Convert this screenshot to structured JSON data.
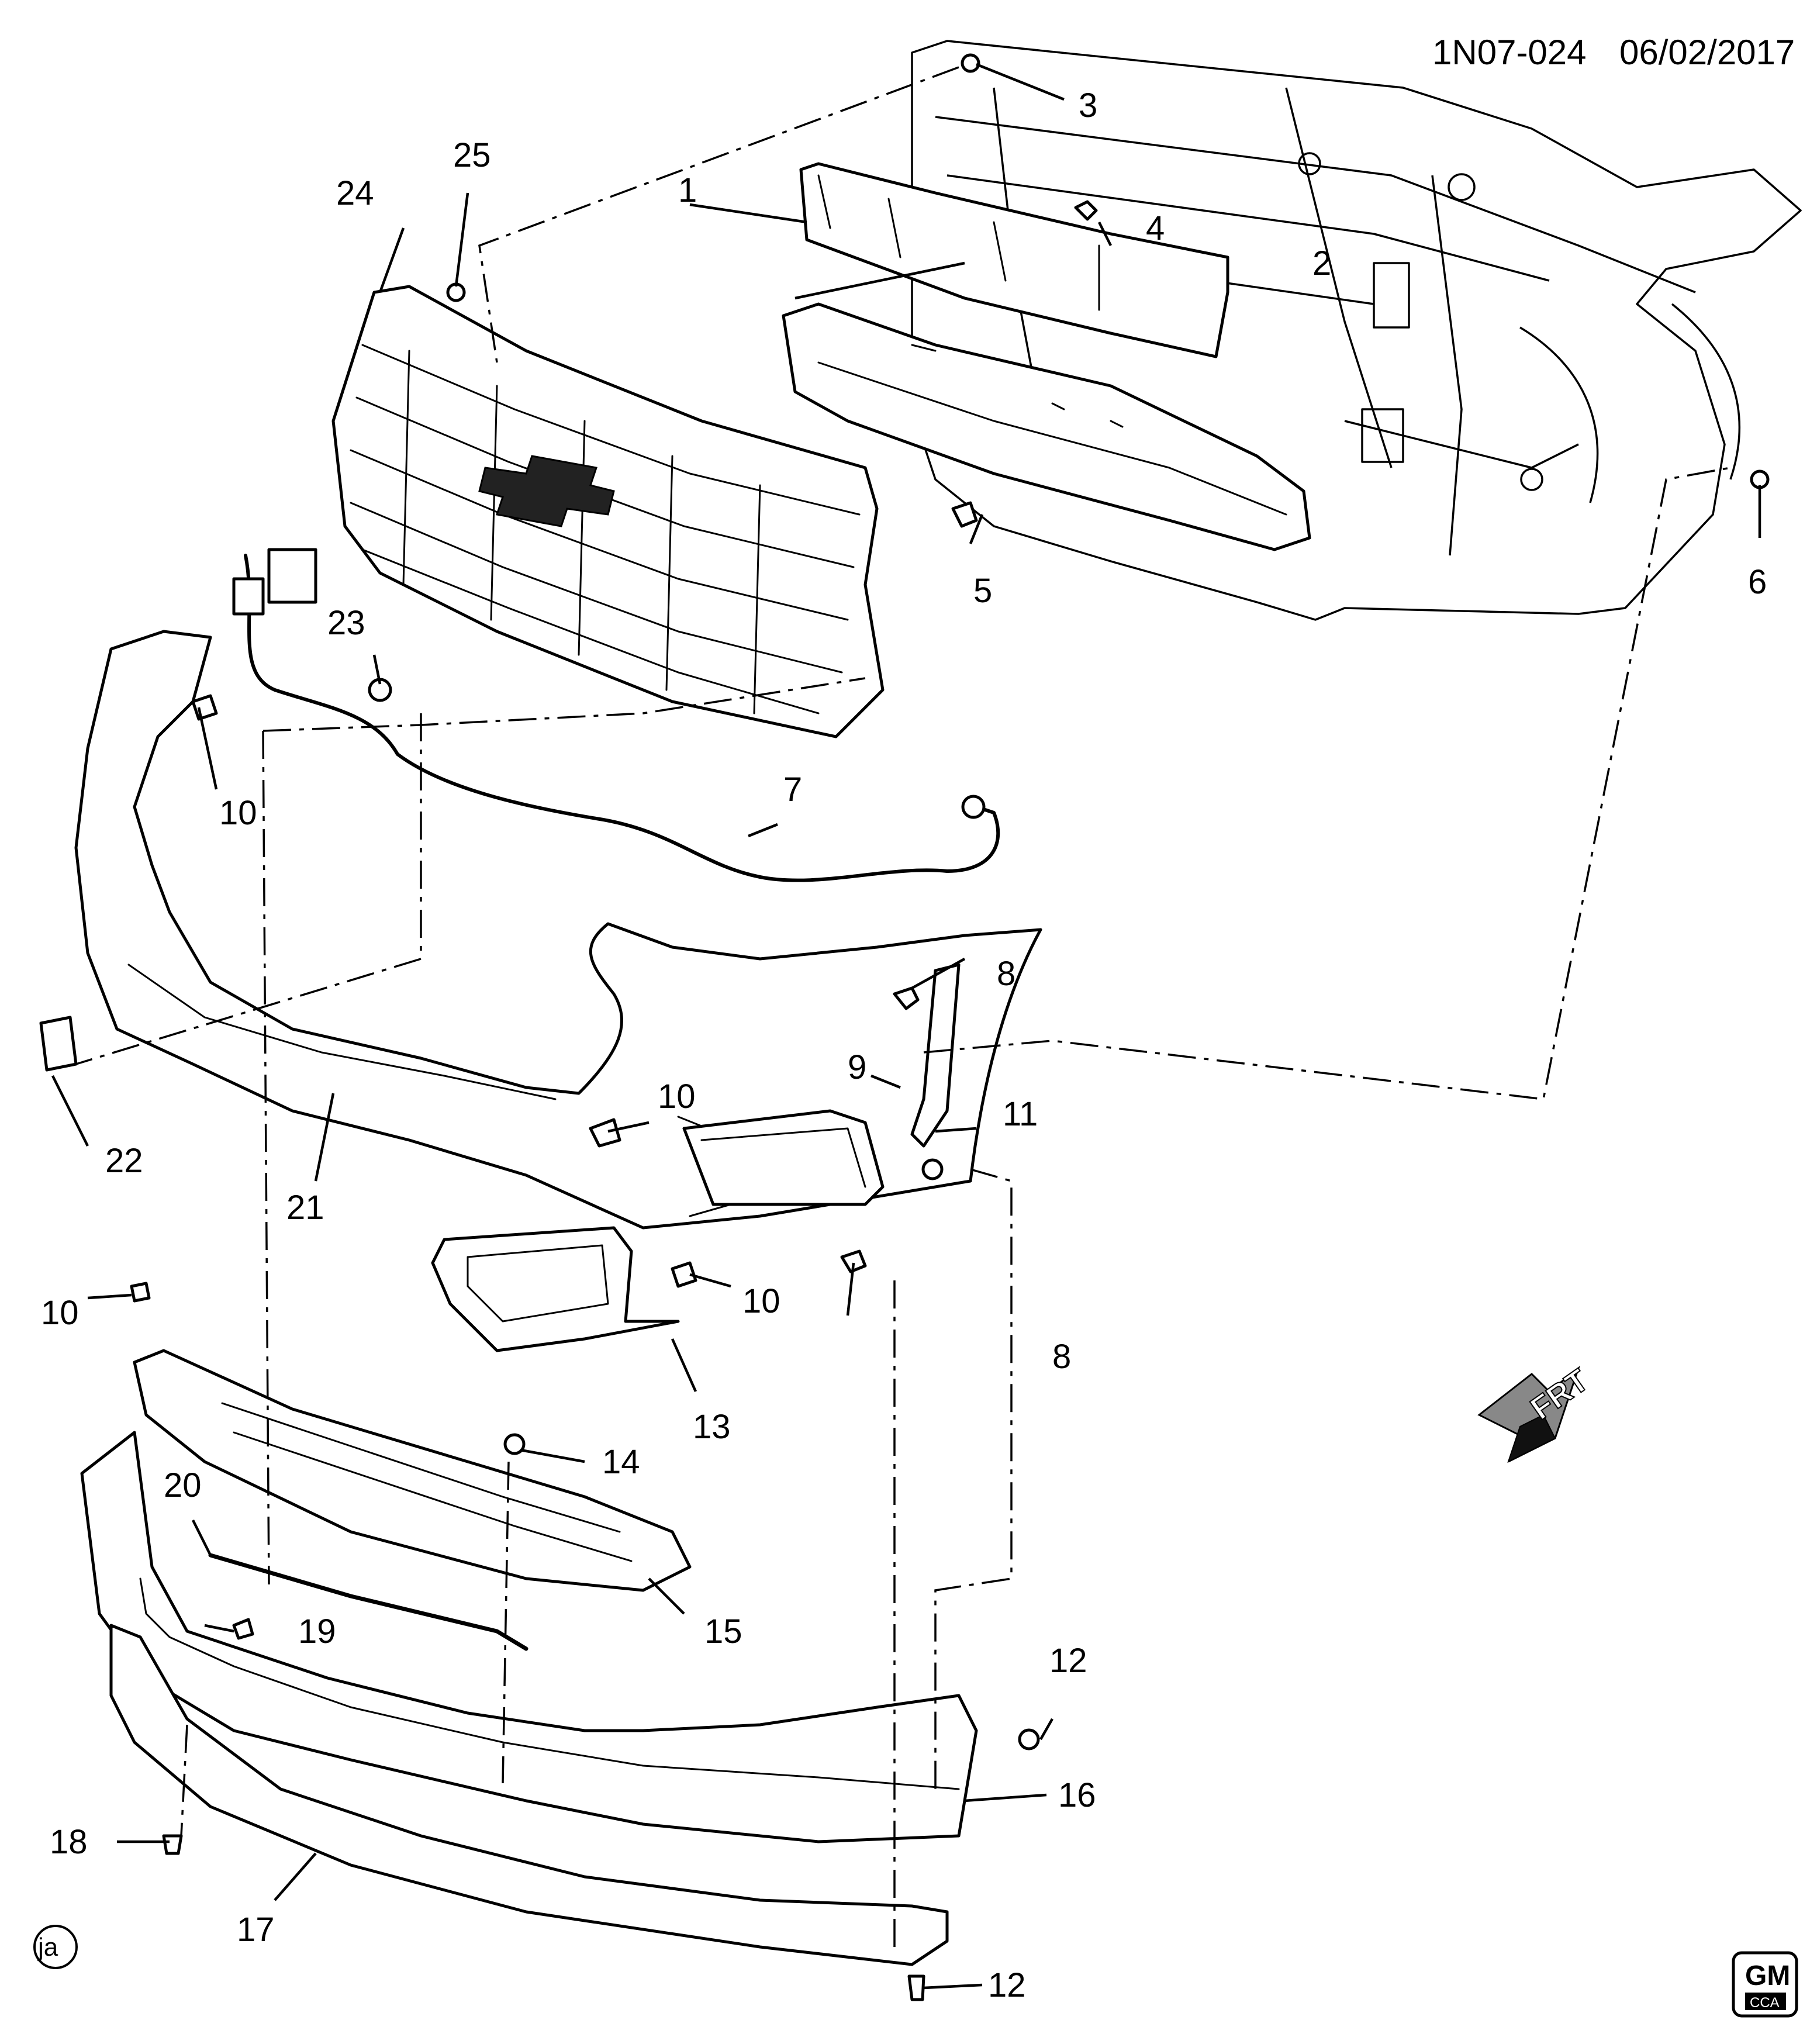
{
  "header": {
    "diagram_id": "1N07-024",
    "date": "06/02/2017"
  },
  "callouts": [
    "1",
    "2",
    "3",
    "4",
    "5",
    "6",
    "7",
    "8",
    "9",
    "10",
    "11",
    "12",
    "13",
    "14",
    "15",
    "16",
    "17",
    "18",
    "19",
    "20",
    "21",
    "22",
    "23",
    "24",
    "25"
  ],
  "labels": {
    "n1": "1",
    "n2": "2",
    "n3": "3",
    "n4": "4",
    "n5": "5",
    "n6": "6",
    "n7": "7",
    "n8a": "8",
    "n8b": "8",
    "n9": "9",
    "n10a": "10",
    "n10b": "10",
    "n10c": "10",
    "n10d": "10",
    "n11": "11",
    "n12a": "12",
    "n12b": "12",
    "n13": "13",
    "n14": "14",
    "n15": "15",
    "n16": "16",
    "n17": "17",
    "n18": "18",
    "n19": "19",
    "n20": "20",
    "n21": "21",
    "n22": "22",
    "n23": "23",
    "n24": "24",
    "n25": "25"
  },
  "direction_arrow": "FRT",
  "illustrator_mark": "ja",
  "logo": {
    "brand": "GM",
    "sub": "CCA"
  }
}
